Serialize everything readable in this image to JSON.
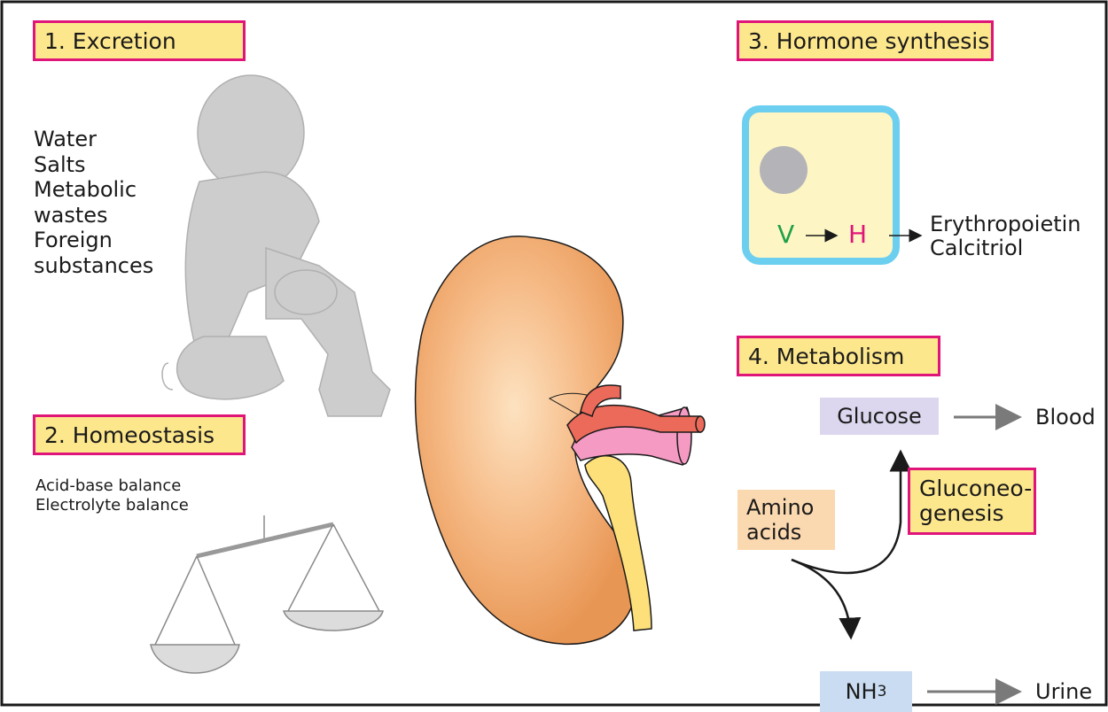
{
  "sections": {
    "excretion": {
      "title": "1. Excretion",
      "items": [
        "Water",
        "Salts",
        "Metabolic",
        "wastes",
        "Foreign",
        "substances"
      ]
    },
    "homeostasis": {
      "title": "2. Homeostasis",
      "items": [
        "Acid-base balance",
        "Electrolyte balance"
      ]
    },
    "hormone": {
      "title": "3. Hormone synthesis",
      "v_label": "V",
      "h_label": "H",
      "products": [
        "Erythropoietin",
        "Calcitriol"
      ]
    },
    "metabolism": {
      "title": "4. Metabolism",
      "glucose": "Glucose",
      "blood": "Blood",
      "gluconeo_line1": "Gluconeo-",
      "gluconeo_line2": "genesis",
      "amino_line1": "Amino",
      "amino_line2": "acids",
      "nh3": "NH",
      "nh3_sub": "3",
      "urine": "Urine"
    }
  },
  "colors": {
    "label_fill": "#fde78c",
    "label_border": "#e0157a",
    "cell_border": "#6ccff0",
    "cell_fill": "#fdf5c4",
    "v_color": "#1fa049",
    "h_color": "#e0157a",
    "glucose_box": "#dcd7ee",
    "amino_box": "#fbd9b0",
    "nh3_box": "#c9dcf1",
    "kidney": "#f0a86a"
  }
}
